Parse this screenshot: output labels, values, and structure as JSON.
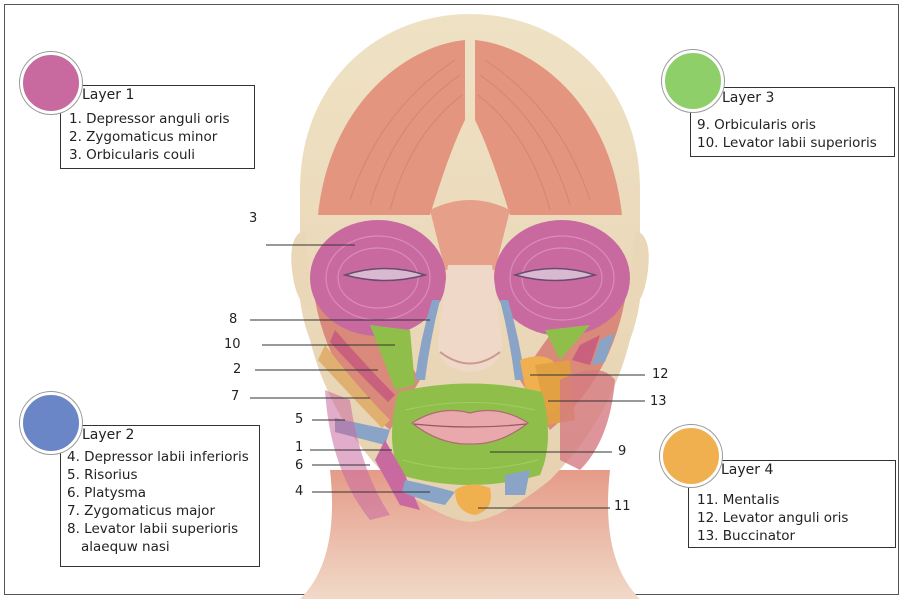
{
  "colors": {
    "layer1": "#c86aa0",
    "layer2": "#6b86c6",
    "layer3": "#8fcf6a",
    "layer4": "#f0b050"
  },
  "layers": [
    {
      "title": "Layer 1",
      "items": [
        "1. Depressor anguli oris",
        "2. Zygomaticus minor",
        "3. Orbicularis couli"
      ]
    },
    {
      "title": "Layer 2",
      "items": [
        "4. Depressor labii inferioris",
        "5. Risorius",
        "6. Platysma",
        "7. Zygomaticus major",
        "8. Levator labii superioris",
        "alaequw nasi"
      ]
    },
    {
      "title": "Layer 3",
      "items": [
        "9. Orbicularis oris",
        "10. Levator labii superioris"
      ]
    },
    {
      "title": "Layer 4",
      "items": [
        "11. Mentalis",
        "12. Levator anguli oris",
        "13. Buccinator"
      ]
    }
  ],
  "labels": {
    "n1": "1",
    "n2": "2",
    "n3": "3",
    "n4": "4",
    "n5": "5",
    "n6": "6",
    "n7": "7",
    "n8": "8",
    "n9": "9",
    "n10": "10",
    "n11": "11",
    "n12": "12",
    "n13": "13"
  }
}
